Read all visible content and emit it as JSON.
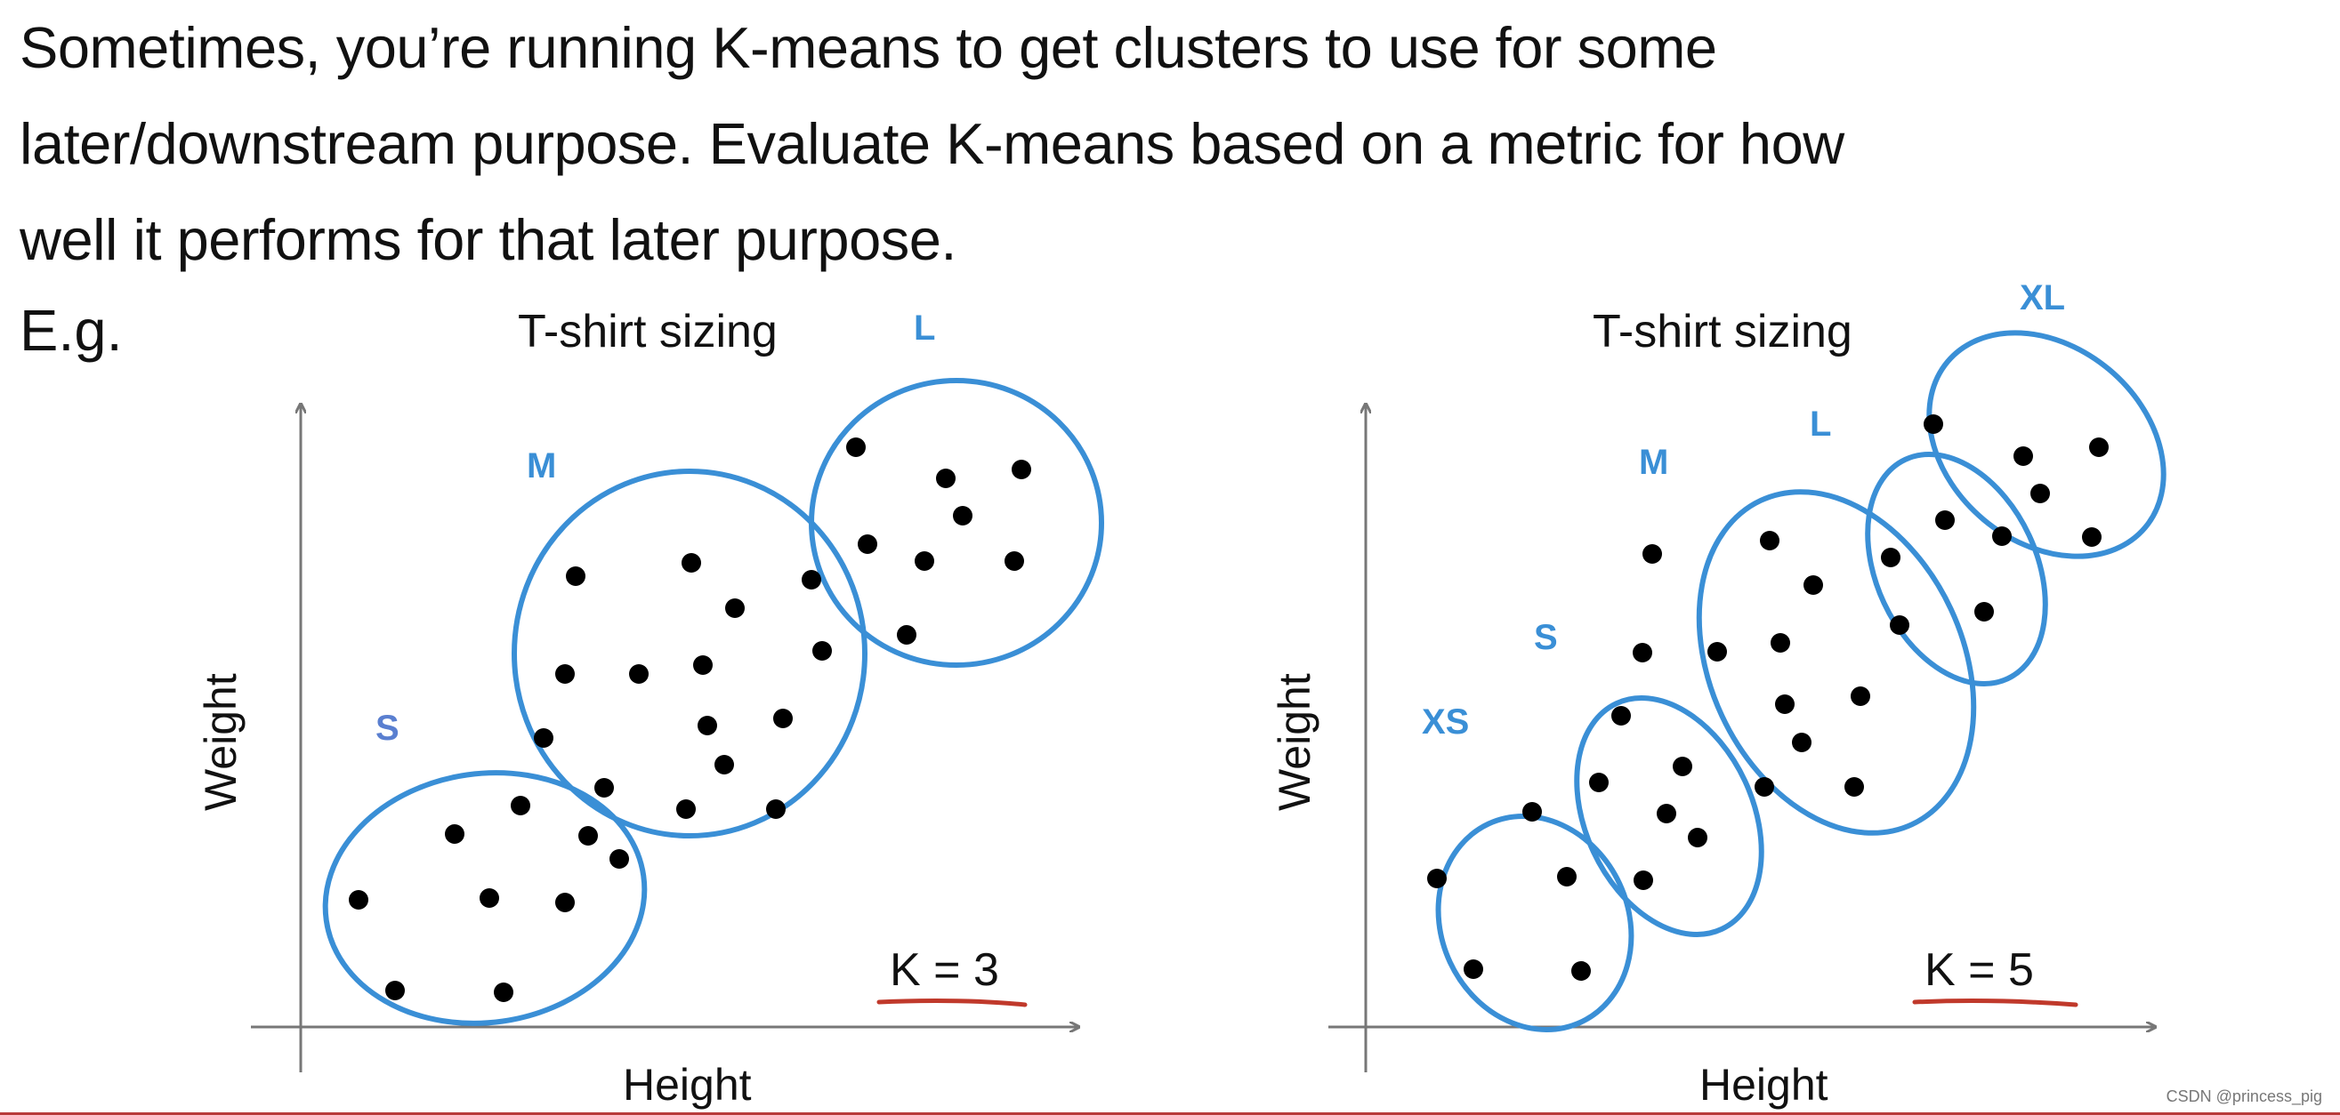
{
  "slide": {
    "line1": "Sometimes, you’re running K-means to get clusters to use for some",
    "line2": "later/downstream purpose. Evaluate K-means based on a metric for how",
    "line3": "well it performs for that later purpose.",
    "example": "E.g."
  },
  "left_panel": {
    "title": "T-shirt sizing",
    "x_label": "Height",
    "y_label": "Weight",
    "k_label": "K = 3",
    "clusters": [
      "S",
      "M",
      "L"
    ]
  },
  "right_panel": {
    "title": "T-shirt sizing",
    "x_label": "Height",
    "y_label": "Weight",
    "k_label": "K = 5",
    "clusters": [
      "XS",
      "S",
      "M",
      "L",
      "XL"
    ]
  },
  "colors": {
    "cluster_outline": "#3a8fd6",
    "axis": "#777777",
    "points": "#000000",
    "underline": "#c0392b"
  },
  "watermark": "CSDN @princess_pig"
}
